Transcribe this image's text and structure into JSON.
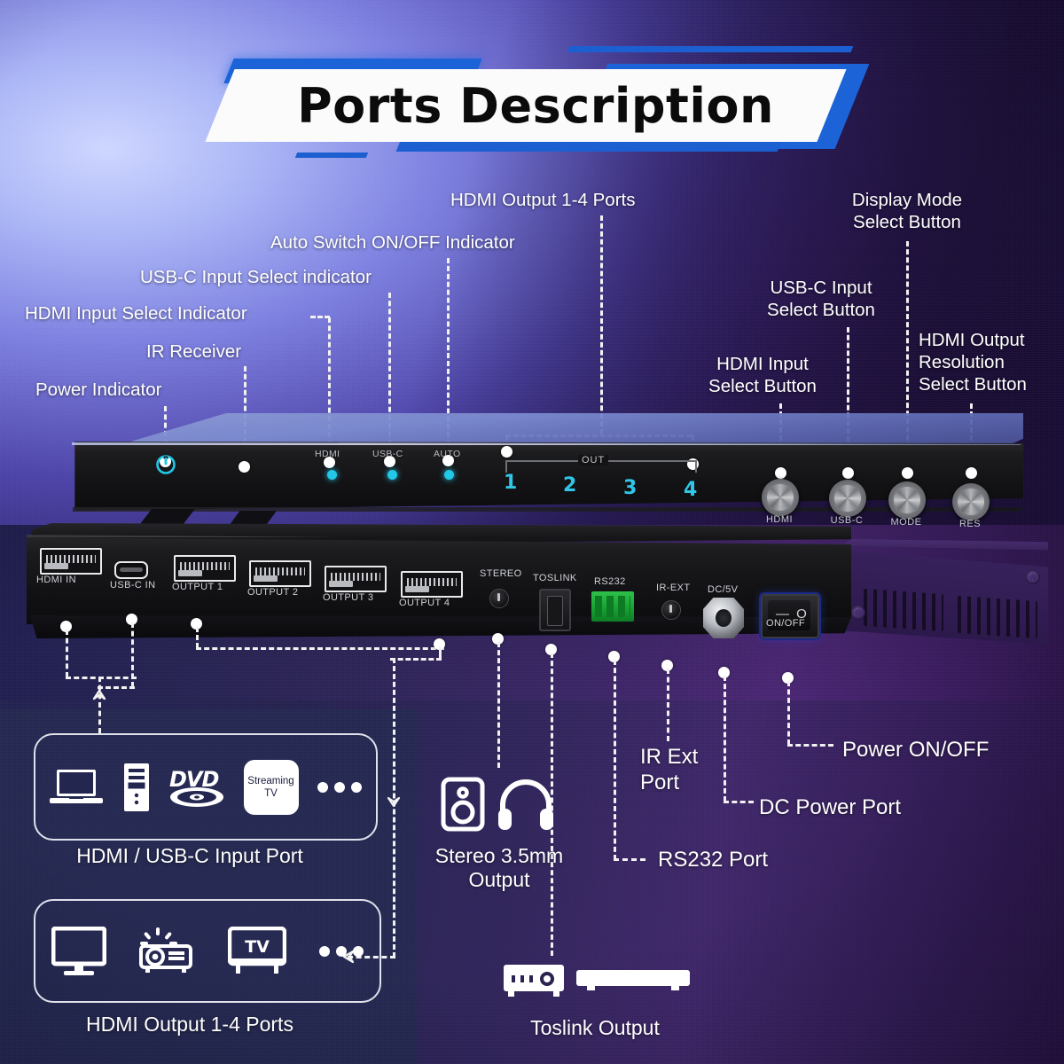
{
  "banner": {
    "title": "Ports Description"
  },
  "callouts_top": [
    {
      "name": "power-indicator",
      "text": "Power Indicator"
    },
    {
      "name": "ir-receiver",
      "text": "IR Receiver"
    },
    {
      "name": "hdmi-input-select-indicator",
      "text": "HDMI Input Select Indicator"
    },
    {
      "name": "usbc-input-select-indicator",
      "text": "USB-C Input Select indicator"
    },
    {
      "name": "auto-switch-indicator",
      "text": "Auto Switch ON/OFF Indicator"
    },
    {
      "name": "hdmi-output-ports",
      "text": "HDMI Output 1-4 Ports"
    },
    {
      "name": "hdmi-input-select-button",
      "text": "HDMI Input\nSelect Button"
    },
    {
      "name": "usbc-input-select-button",
      "text": "USB-C Input\nSelect Button"
    },
    {
      "name": "display-mode-select-button",
      "text": "Display Mode\nSelect Button"
    },
    {
      "name": "hdmi-output-resolution-select-button",
      "text": "HDMI Output\nResolution\nSelect Button"
    }
  ],
  "front_panel": {
    "power_symbol": "power-icon",
    "indicators": [
      {
        "label": "HDMI",
        "led_color": "#21c8e8"
      },
      {
        "label": "USB-C",
        "led_color": "#21c8e8"
      },
      {
        "label": "AUTO",
        "led_color": "#21c8e8"
      }
    ],
    "out_bracket_label": "OUT",
    "out_numbers": [
      "1",
      "2",
      "3",
      "4"
    ],
    "buttons": [
      {
        "label": "HDMI"
      },
      {
        "label": "USB-C"
      },
      {
        "label": "MODE"
      },
      {
        "label": "RES"
      }
    ]
  },
  "rear_panel": {
    "ports": [
      {
        "label": "HDMI IN",
        "type": "hdmi"
      },
      {
        "label": "USB-C IN",
        "type": "usbc"
      },
      {
        "label": "OUTPUT 1",
        "type": "hdmi"
      },
      {
        "label": "OUTPUT 2",
        "type": "hdmi"
      },
      {
        "label": "OUTPUT 3",
        "type": "hdmi"
      },
      {
        "label": "OUTPUT 4",
        "type": "hdmi"
      },
      {
        "label": "STEREO",
        "type": "jack"
      },
      {
        "label": "TOSLINK",
        "type": "toslink"
      },
      {
        "label": "RS232",
        "type": "terminal"
      },
      {
        "label": "IR-EXT",
        "type": "jack"
      },
      {
        "label": "DC/5V",
        "type": "dc"
      },
      {
        "label": "ON/OFF",
        "type": "rocker"
      }
    ],
    "rocker_glyph": "— O"
  },
  "callouts_bottom": [
    {
      "name": "ir-ext-port",
      "text": "IR Ext\nPort"
    },
    {
      "name": "dc-power-port",
      "text": "DC Power Port"
    },
    {
      "name": "power-on-off",
      "text": "Power ON/OFF"
    },
    {
      "name": "rs232-port",
      "text": "RS232 Port"
    }
  ],
  "boxes": {
    "input": {
      "caption": "HDMI / USB-C Input Port",
      "icons": [
        "laptop-icon",
        "desktop-tower-icon",
        "dvd-icon",
        "streaming-tv-icon",
        "ellipsis-icon"
      ],
      "streaming_label_line1": "Streaming",
      "streaming_label_line2": "TV",
      "dvd_label": "DVD"
    },
    "output": {
      "caption": "HDMI Output 1-4 Ports",
      "icons": [
        "monitor-icon",
        "projector-icon",
        "tv-icon",
        "ellipsis-icon"
      ],
      "tv_label": "TV"
    },
    "stereo": {
      "caption": "Stereo 3.5mm\nOutput",
      "icons": [
        "speaker-icon",
        "headphones-icon"
      ]
    },
    "toslink": {
      "caption": "Toslink Output",
      "icons": [
        "av-receiver-icon",
        "soundbar-icon"
      ]
    }
  },
  "colors": {
    "accent_blue": "#1d63d8",
    "led_cyan": "#21c8e8",
    "out_number_cyan": "#2fc6e8",
    "rs232_green": "#17a334",
    "callout_white": "#ffffff"
  }
}
